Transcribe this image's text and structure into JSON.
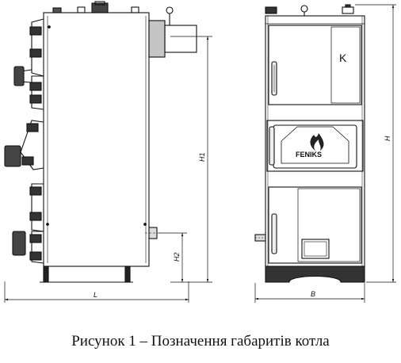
{
  "dimensions": {
    "depth": "L",
    "width": "B",
    "height": "H",
    "height_h1": "H1",
    "height_h2": "H2"
  },
  "front_view": {
    "logo_text": "FENIKS",
    "door_mark": "K"
  },
  "caption": "Рисунок 1 – Позначення габаритів котла"
}
